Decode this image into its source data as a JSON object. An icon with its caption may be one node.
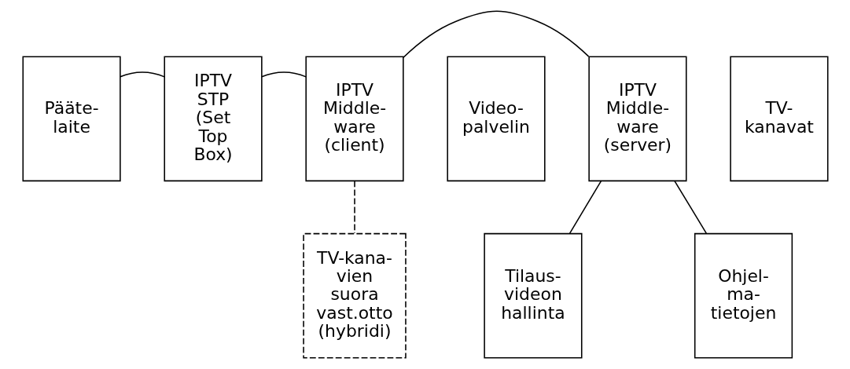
{
  "diagram": {
    "nodes": [
      {
        "text": [
          "Pääte- laite"
        ]
      },
      {
        "text": [
          "IPTV STP (Set Top Box)"
        ]
      },
      {
        "text": [
          "IPTV Middle- ware (client)"
        ]
      },
      {
        "text": [
          "TV-kana- vien suora vast.otto (hybridi)"
        ]
      },
      {
        "text": [
          "Video- palvelin"
        ]
      },
      {
        "text": [
          "TV- kanavat"
        ]
      },
      {
        "text": [
          "Tilaus- videon hallinta"
        ]
      },
      {
        "text": [
          "Ohjel- ma- tietojen"
        ]
      },
      {
        "text": [
          "IPTV Middle- ware (server)"
        ]
      }
    ],
    "edges": [
      {
        "from": 0,
        "to": 1,
        "arrow": "none"
      },
      {
        "from": 1,
        "to": 2,
        "arrow": "none"
      },
      {
        "from": 2,
        "to": 3,
        "arrow": "none",
        "style": "dashed"
      },
      {
        "from": 2,
        "to": 8,
        "arrow": "none"
      },
      {
        "from": 6,
        "to": 8,
        "arrow": "none"
      },
      {
        "from": 7,
        "to": 8,
        "arrow": "none"
      }
    ]
  }
}
